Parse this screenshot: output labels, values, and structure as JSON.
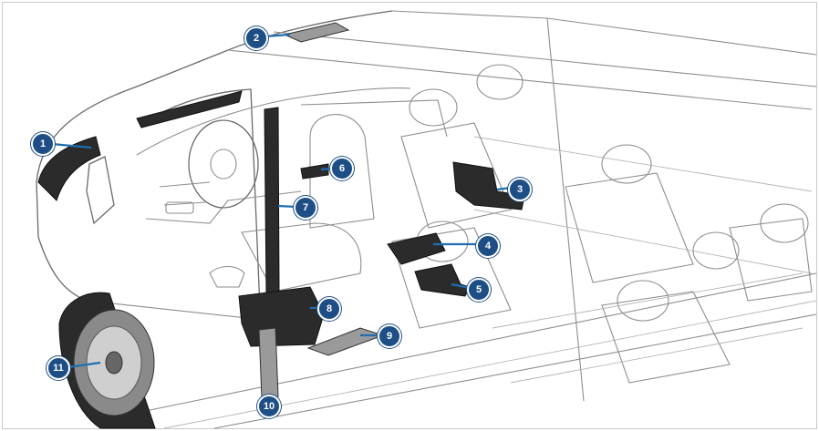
{
  "callouts": [
    {
      "id": "1",
      "label": "1"
    },
    {
      "id": "2",
      "label": "2"
    },
    {
      "id": "3",
      "label": "3"
    },
    {
      "id": "4",
      "label": "4"
    },
    {
      "id": "5",
      "label": "5"
    },
    {
      "id": "6",
      "label": "6"
    },
    {
      "id": "7",
      "label": "7"
    },
    {
      "id": "8",
      "label": "8"
    },
    {
      "id": "9",
      "label": "9"
    },
    {
      "id": "10",
      "label": "10"
    },
    {
      "id": "11",
      "label": "11"
    }
  ],
  "colors": {
    "badge": "#1e4e86",
    "leader": "#1f6fb0",
    "highlight_part": "#2b2b2b",
    "outline": "#8e8e8e"
  }
}
